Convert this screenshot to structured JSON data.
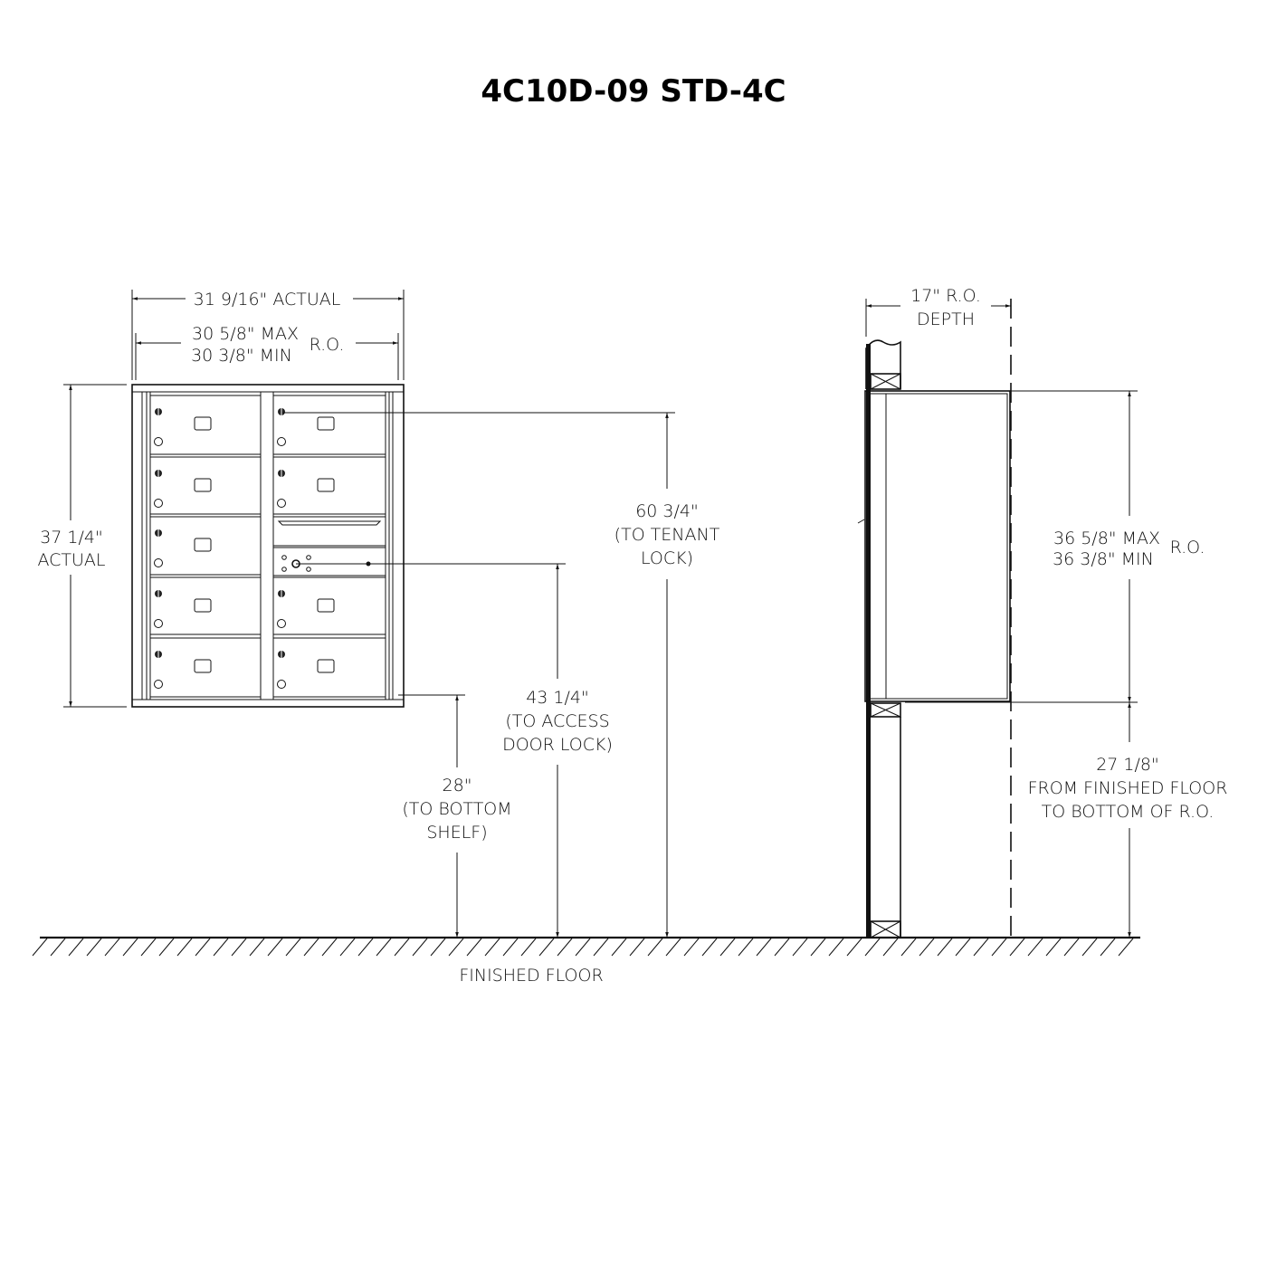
{
  "title": "4C10D-09 STD-4C",
  "front_view": {
    "width_actual": "31 9/16\" ACTUAL",
    "ro_width_max": "30 5/8\" MAX",
    "ro_width_min": "30 3/8\" MIN",
    "ro_width_suffix": "R.O.",
    "height_actual_line1": "37 1/4\"",
    "height_actual_line2": "ACTUAL",
    "tenant_lock": [
      "60 3/4\"",
      "(TO TENANT",
      "LOCK)"
    ],
    "access_lock": [
      "43 1/4\"",
      "(TO ACCESS",
      "DOOR LOCK)"
    ],
    "bottom_shelf": [
      "28\"",
      "(TO BOTTOM",
      "SHELF)"
    ],
    "floor_label": "FINISHED FLOOR"
  },
  "side_view": {
    "depth": [
      "17\" R.O.",
      "DEPTH"
    ],
    "ro_height_max": "36 5/8\" MAX",
    "ro_height_min": "36 3/8\" MIN",
    "ro_height_suffix": "R.O.",
    "from_floor": [
      "27 1/8\"",
      "FROM FINISHED FLOOR",
      "TO BOTTOM OF R.O."
    ]
  }
}
